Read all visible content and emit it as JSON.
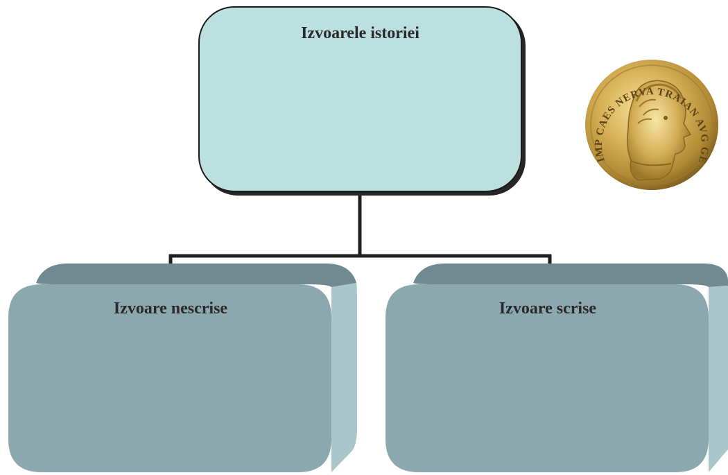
{
  "diagram": {
    "root": {
      "label": "Izvoarele istoriei"
    },
    "children": [
      {
        "label": "Izvoare nescrise"
      },
      {
        "label": "Izvoare scrise"
      }
    ]
  },
  "image": {
    "name": "roman-gold-coin",
    "inscription": "IMP CAES NERVA TRAIAN AVG GERM"
  },
  "colors": {
    "root_fill": "#bcdfe0",
    "child_face": "#8ba8ae",
    "child_top": "#6f8a91",
    "child_side": "#a9c6cb",
    "connector": "#1f1f1f"
  }
}
